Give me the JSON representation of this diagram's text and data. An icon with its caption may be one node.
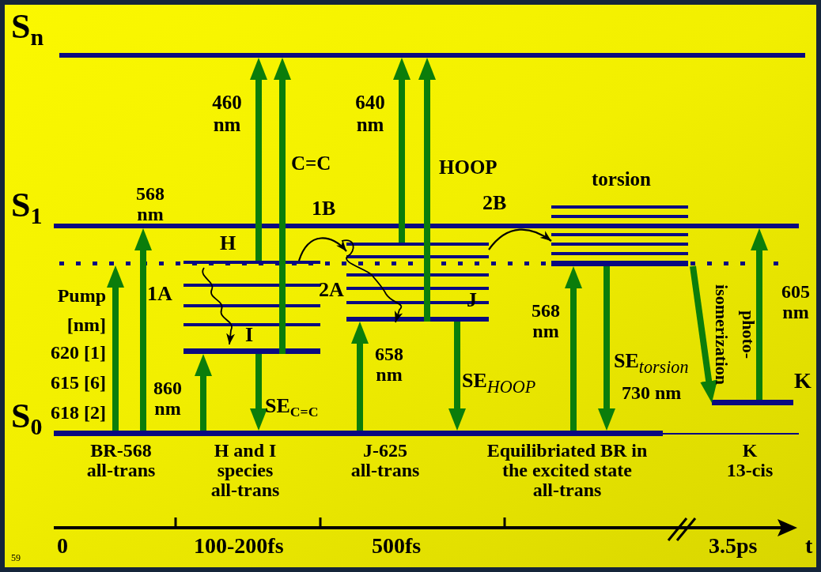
{
  "diagram": {
    "nodes": [
      {
        "text": [],
        "shape": "bar",
        "beside": [
          "S$_{n}$"
        ]
      },
      {
        "text": [],
        "shape": "bar",
        "beside": [
          "S$_{1}$"
        ]
      },
      {
        "text": [],
        "shape": "bar",
        "beside": [
          "S$_{0}$"
        ]
      },
      {
        "text": [],
        "shape": "bar"
      },
      {
        "text": [],
        "shape": "bar"
      },
      {
        "text": [],
        "shape": "bar"
      },
      {
        "text": [],
        "shape": "bar"
      },
      {
        "text": [],
        "shape": "bar"
      }
    ],
    "edges": [
      {
        "from": 2,
        "to": 3,
        "arrow": "to"
      },
      {
        "from": 2,
        "to": 1,
        "arrow": "to"
      },
      {
        "from": 2,
        "to": 4,
        "arrow": "to"
      },
      {
        "from": 4,
        "to": 0,
        "arrow": "to"
      },
      {
        "from": 4,
        "to": 0,
        "arrow": "to"
      },
      {
        "from": 4,
        "to": 2,
        "arrow": "to"
      },
      {
        "from": 4,
        "to": 5,
        "arrow": "to",
        "color": "#000000"
      },
      {
        "from": 2,
        "to": 5,
        "arrow": "to"
      },
      {
        "from": 5,
        "to": 0,
        "arrow": "to"
      },
      {
        "from": 5,
        "to": 0,
        "arrow": "to"
      },
      {
        "from": 5,
        "to": 2,
        "arrow": "to"
      },
      {
        "from": 5,
        "to": 6,
        "arrow": "to",
        "color": "#000000"
      },
      {
        "from": 2,
        "to": 6,
        "arrow": "to"
      },
      {
        "from": 6,
        "to": 2,
        "arrow": "to"
      },
      {
        "from": 6,
        "to": 7,
        "arrow": "to"
      },
      {
        "from": 7,
        "to": 1,
        "arrow": "to"
      }
    ],
    "labels": [
      "460 nm",
      "640 nm",
      "C=C",
      "HOOP",
      "torsion",
      "568 nm",
      "1B",
      "2B",
      "H",
      "Pump [nm]",
      "1A",
      "2A",
      "J",
      "568 nm",
      "photo- isomerization",
      "605 nm",
      "620 [1]",
      "I",
      "658 nm",
      "SE$_{torsion}$",
      "615 [6]",
      "860 nm",
      "SE$_{HOOP}$",
      "730 nm",
      "K",
      "618 [2]",
      "SE$_{C=C}$",
      "BR-568 all-trans",
      "H and I species all-trans",
      "J-625 all-trans",
      "Equilibriated BR in the excited state all-trans",
      "K 13-cis",
      "0",
      "100-200fs",
      "500fs",
      "3.5ps",
      "t",
      "59"
    ]
  }
}
